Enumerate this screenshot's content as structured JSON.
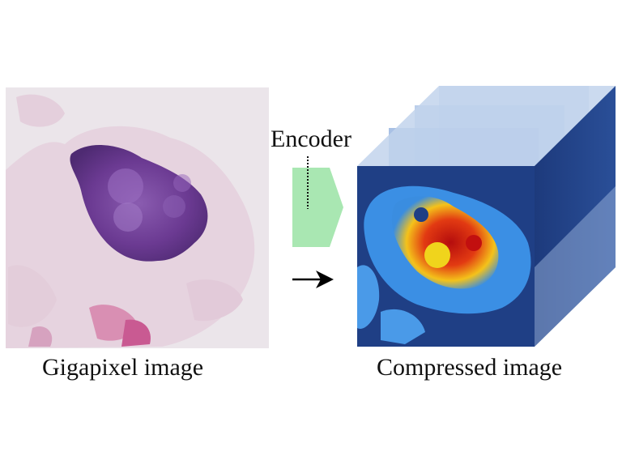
{
  "diagram": {
    "encoder_label": "Encoder",
    "input_caption": "Gigapixel image",
    "output_caption": "Compressed image"
  },
  "colors": {
    "tissue_light": "#ead7e0",
    "tissue_dark": "#6a3a8f",
    "background_slide": "#ece6ea",
    "encoder_fill": "#a8e6b0",
    "cube_blue": "#1e3f86",
    "cube_face_light": "#a9c2e6",
    "heat_hot": "#c81a10",
    "heat_warm": "#f2d51b",
    "heat_cool": "#2e7fd6"
  },
  "icons": {
    "arrow": "right-arrow-icon"
  }
}
